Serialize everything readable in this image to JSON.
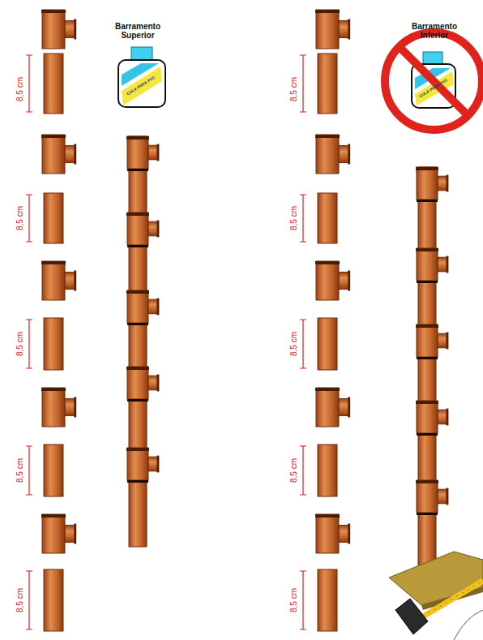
{
  "diagram": {
    "labels": [
      "Barramento Superior",
      "8,5 cm",
      "8,5 cm",
      "8,5 cm",
      "8,5 cm",
      "8,5 cm",
      "COLA PARA PVC",
      "Barramento Inferior",
      "8,5 cm",
      "8,5 cm",
      "8,5 cm",
      "8,5 cm",
      "8,5 cm",
      "COLA PARA PVC"
    ]
  }
}
